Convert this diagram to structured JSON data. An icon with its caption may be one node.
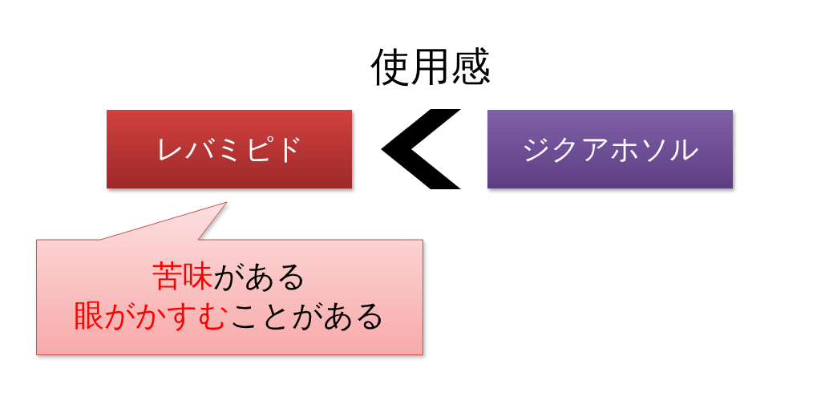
{
  "diagram": {
    "title": "使用感",
    "nodes": [
      {
        "text": [
          "レバミピド"
        ]
      },
      {
        "text": [
          "ジクアホソル"
        ]
      },
      {
        "text": [
          "**苦味**がある",
          "**眼がかすむ**ことがある"
        ]
      }
    ],
    "edges": [
      {
        "from": 1,
        "to": 0,
        "arrow": "to"
      }
    ]
  }
}
